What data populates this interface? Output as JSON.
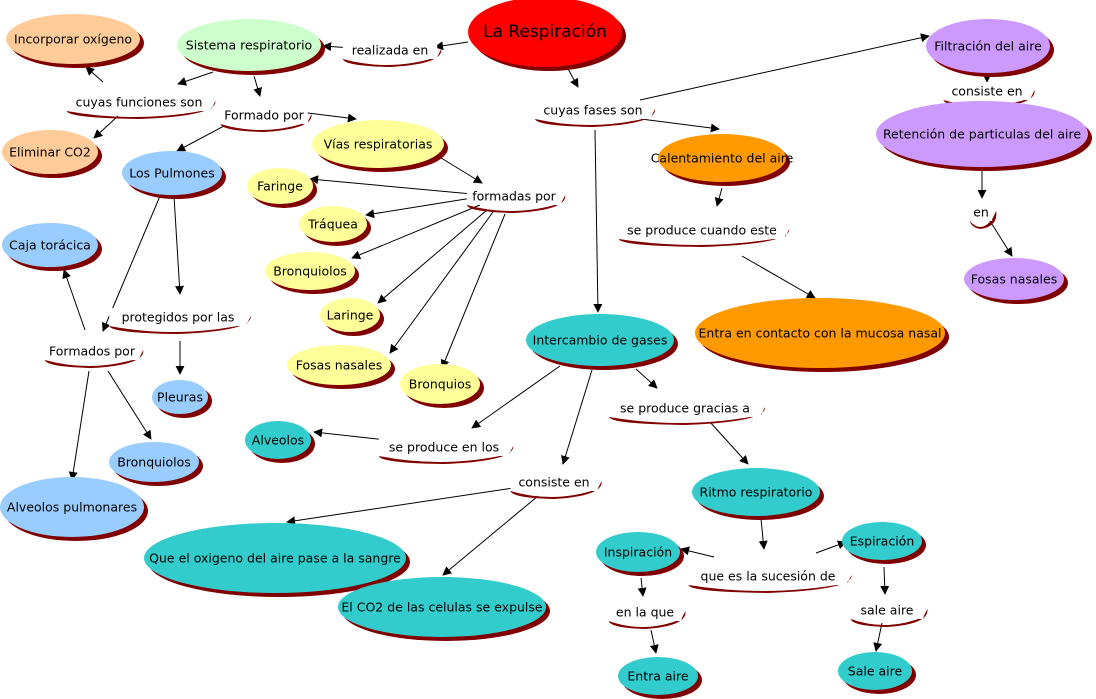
{
  "colors": {
    "title": "#ff0000",
    "orange": "#ffcc99",
    "green": "#ccffcc",
    "blue": "#99ccff",
    "yellow": "#ffff99",
    "teal": "#33cccc",
    "dark_orange": "#ff9900",
    "purple": "#cc99ff",
    "shadow": "#800000"
  },
  "concepts": {
    "respiracion": "La Respiración",
    "sistema": "Sistema respiratorio",
    "incorporar": "Incorporar oxígeno",
    "eliminar": "Eliminar CO2",
    "pulmones": "Los Pulmones",
    "vias": "Vías respiratorias",
    "faringe": "Faringe",
    "traquea": "Tráquea",
    "bronquiolos_y": "Bronquiolos",
    "laringe": "Laringe",
    "fosas_y": "Fosas nasales",
    "bronquios": "Bronquios",
    "caja": "Caja torácica",
    "pleuras": "Pleuras",
    "bronquiolos_b": "Bronquiolos",
    "alveolos_pulm": "Alveolos pulmonares",
    "filtracion": "Filtración del aire",
    "retencion": "Retención de particulas del aire",
    "fosas_p": "Fosas nasales",
    "calentamiento": "Calentamiento del aire",
    "contacto": "Entra en contacto con la mucosa nasal",
    "intercambio": "Intercambio de gases",
    "alveolos": "Alveolos",
    "oxigeno": "Que el oxigeno del aire pase a la sangre",
    "co2": "El CO2 de las celulas se expulse",
    "ritmo": "Ritmo respiratorio",
    "inspiracion": "Inspiración",
    "espiracion": "Espiración",
    "entra": "Entra aire",
    "sale": "Sale aire"
  },
  "linking_phrases": {
    "realizada": "realizada en",
    "funciones": "cuyas funciones son",
    "formado": "Formado por",
    "formadas": "formadas por",
    "protegidos": "protegidos por las",
    "formados": "Formados por",
    "fases": "cuyas fases son",
    "consiste_filt": "consiste en",
    "en": "en",
    "produce_cuando": "se produce cuando este",
    "produce_en": "se produce en los",
    "gracias": "se produce gracias a",
    "consiste_int": "consiste en",
    "sucesion": "que es la sucesión de",
    "la_que": "en la que",
    "sale_aire": "sale aire"
  }
}
